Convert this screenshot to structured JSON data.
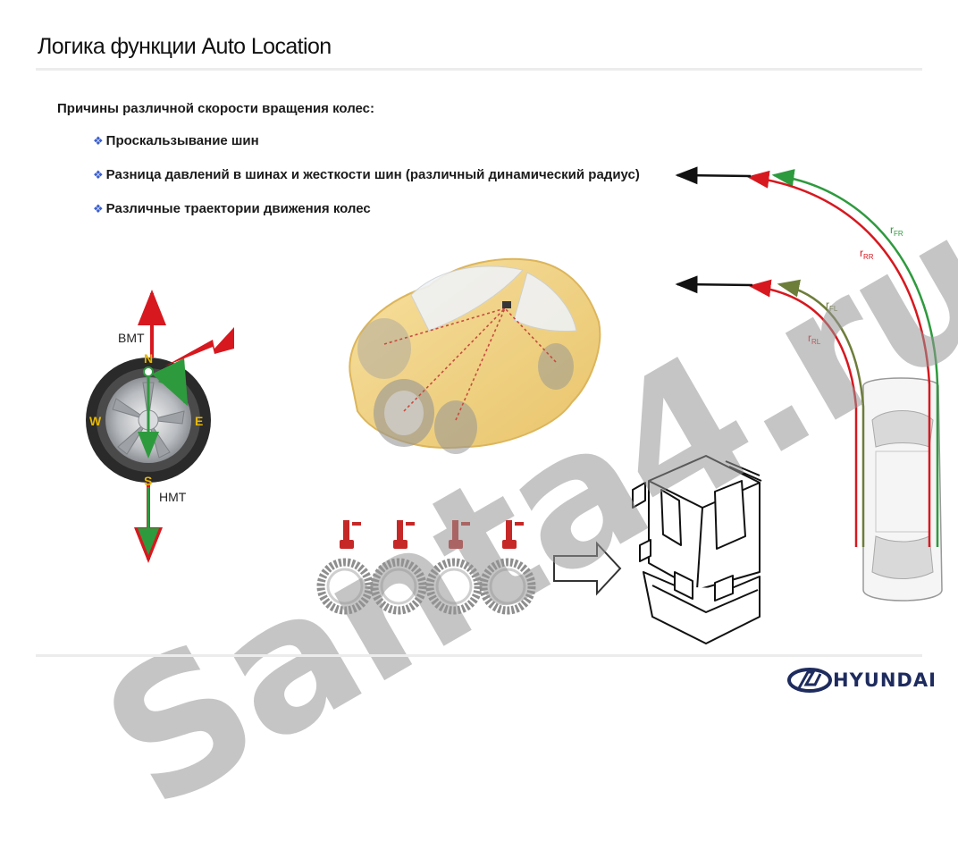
{
  "slide": {
    "title": "Логика функции Auto Location",
    "heading": "Причины различной скорости вращения колес:",
    "bullets": [
      "Проскальзывание шин",
      "Разница давлений в шинах и жесткости шин (различный динамический радиус)",
      "Различные траектории движения колес"
    ],
    "bullet_icon": "diamond-bullet-icon"
  },
  "wheel": {
    "label_top": "ВМТ",
    "label_bottom": "НМТ",
    "n": "N",
    "s": "S",
    "w": "W",
    "e": "E"
  },
  "paths": {
    "r_fr": "r",
    "r_fr_sub": "FR",
    "r_rr": "r",
    "r_rr_sub": "RR",
    "r_fl": "r",
    "r_fl_sub": "FL",
    "r_rl": "r",
    "r_rl_sub": "RL"
  },
  "watermark": "Santa4.ru",
  "brand": "HYUNDAI",
  "colors": {
    "red": "#d7181f",
    "green": "#2e9a3e",
    "olive": "#6d7d3a",
    "bullet": "#3a5fcd",
    "brand": "#1e2b5e"
  }
}
